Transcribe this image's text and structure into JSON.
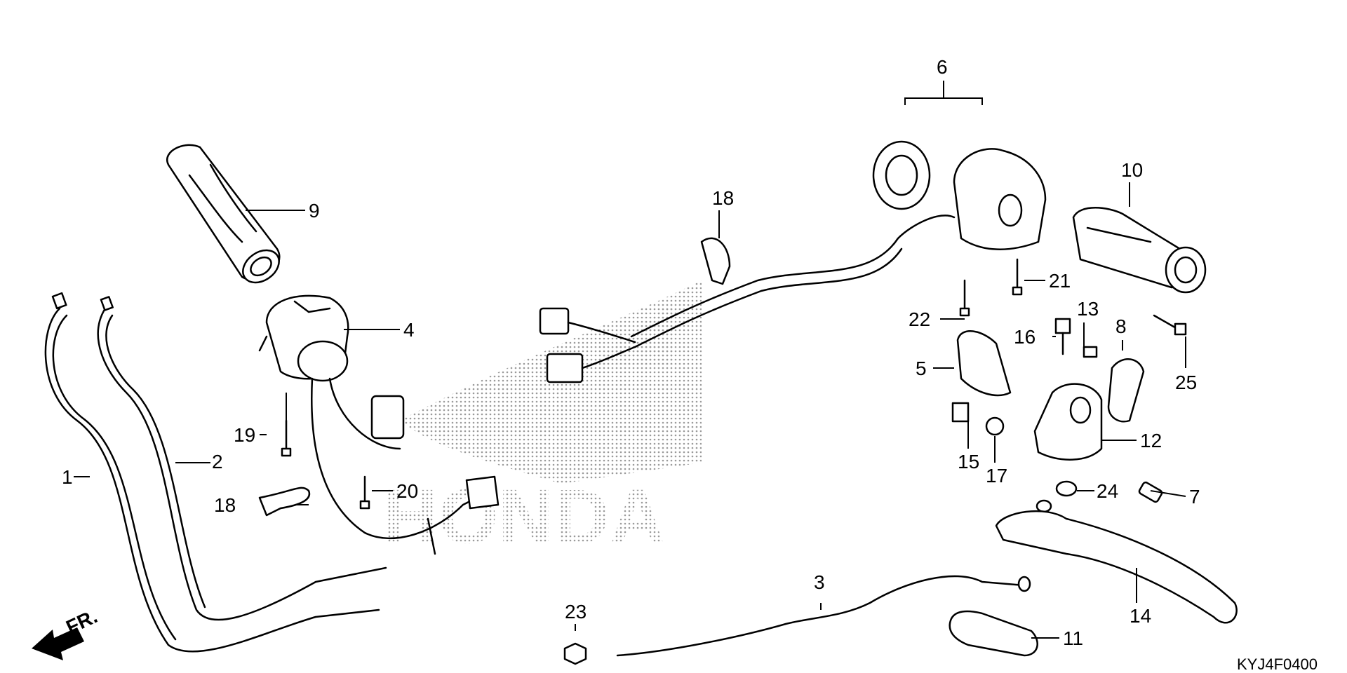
{
  "diagram": {
    "code": "KYJ4F0400",
    "direction_label": "FR.",
    "watermark": "HONDA",
    "callouts": [
      "1",
      "2",
      "3",
      "4",
      "5",
      "6",
      "7",
      "8",
      "9",
      "10",
      "11",
      "12",
      "13",
      "14",
      "15",
      "16",
      "17",
      "18",
      "18",
      "19",
      "20",
      "21",
      "22",
      "23",
      "24",
      "25"
    ]
  }
}
